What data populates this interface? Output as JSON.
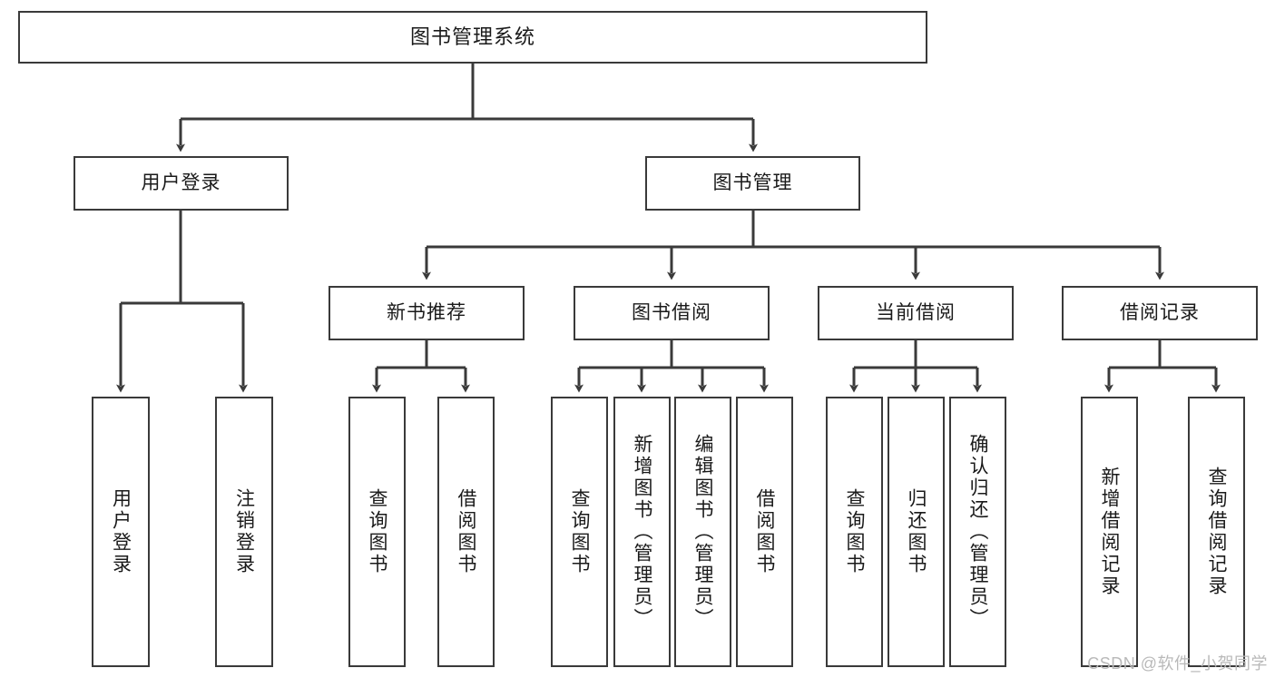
{
  "diagram": {
    "title": "图书管理系统",
    "type": "hierarchy-tree",
    "stroke_color": "#3a3a3a",
    "background_color": "#ffffff",
    "text_color": "#1a1a1a",
    "watermark": "CSDN @软件_小贺同学",
    "levels": {
      "level1": [
        {
          "id": "root",
          "label": "图书管理系统",
          "orientation": "horizontal"
        }
      ],
      "level2": [
        {
          "id": "login",
          "label": "用户登录",
          "orientation": "horizontal",
          "parent": "root"
        },
        {
          "id": "bookmgmt",
          "label": "图书管理",
          "orientation": "horizontal",
          "parent": "root"
        }
      ],
      "level3": [
        {
          "id": "newbook",
          "label": "新书推荐",
          "orientation": "horizontal",
          "parent": "bookmgmt"
        },
        {
          "id": "borrow",
          "label": "图书借阅",
          "orientation": "horizontal",
          "parent": "bookmgmt"
        },
        {
          "id": "current",
          "label": "当前借阅",
          "orientation": "horizontal",
          "parent": "bookmgmt"
        },
        {
          "id": "records",
          "label": "借阅记录",
          "orientation": "horizontal",
          "parent": "bookmgmt"
        }
      ],
      "leaves": [
        {
          "id": "leaf-login-1",
          "label": "用户登录",
          "orientation": "vertical",
          "parent": "login"
        },
        {
          "id": "leaf-login-2",
          "label": "注销登录",
          "orientation": "vertical",
          "parent": "login"
        },
        {
          "id": "leaf-new-1",
          "label": "查询图书",
          "orientation": "vertical",
          "parent": "newbook"
        },
        {
          "id": "leaf-new-2",
          "label": "借阅图书",
          "orientation": "vertical",
          "parent": "newbook"
        },
        {
          "id": "leaf-borrow-1",
          "label": "查询图书",
          "orientation": "vertical",
          "parent": "borrow"
        },
        {
          "id": "leaf-borrow-2",
          "label": "新增图书（管理员）",
          "orientation": "vertical",
          "parent": "borrow"
        },
        {
          "id": "leaf-borrow-3",
          "label": "编辑图书（管理员）",
          "orientation": "vertical",
          "parent": "borrow"
        },
        {
          "id": "leaf-borrow-4",
          "label": "借阅图书",
          "orientation": "vertical",
          "parent": "borrow"
        },
        {
          "id": "leaf-current-1",
          "label": "查询图书",
          "orientation": "vertical",
          "parent": "current"
        },
        {
          "id": "leaf-current-2",
          "label": "归还图书",
          "orientation": "vertical",
          "parent": "current"
        },
        {
          "id": "leaf-current-3",
          "label": "确认归还（管理员）",
          "orientation": "vertical",
          "parent": "current"
        },
        {
          "id": "leaf-rec-1",
          "label": "新增借阅记录",
          "orientation": "vertical",
          "parent": "records"
        },
        {
          "id": "leaf-rec-2",
          "label": "查询借阅记录",
          "orientation": "vertical",
          "parent": "records"
        }
      ]
    }
  }
}
